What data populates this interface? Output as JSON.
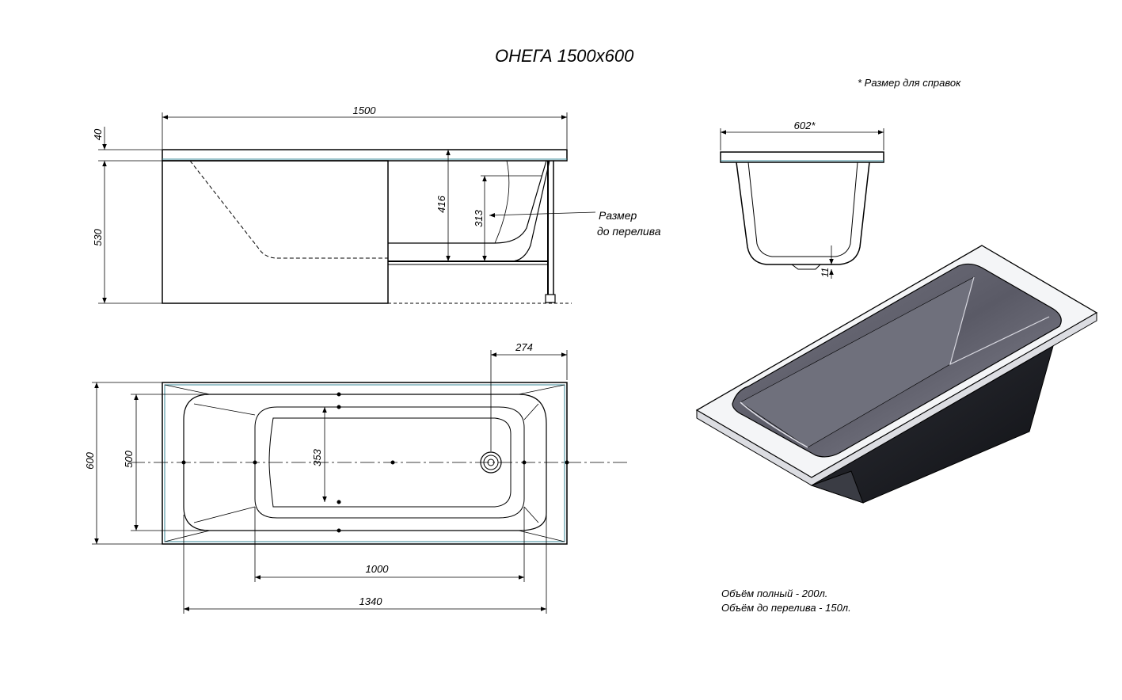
{
  "title": "ОНЕГА 1500x600",
  "reference_note": "* Размер для справок",
  "overflow_label": [
    "Размер",
    "до перелива"
  ],
  "volume_notes": [
    "Объём полный - 200л.",
    "Объём до перелива - 150л."
  ],
  "dimensions": {
    "side": {
      "length": "1500",
      "rim": "40",
      "height": "530",
      "depth": "416",
      "overflow_height": "313"
    },
    "end": {
      "width": "602*",
      "drain": "11"
    },
    "top": {
      "width": "600",
      "inner_width": "500",
      "bottom_width": "353",
      "drain_offset": "274",
      "bottom_length": "1000",
      "inner_length": "1340"
    }
  }
}
